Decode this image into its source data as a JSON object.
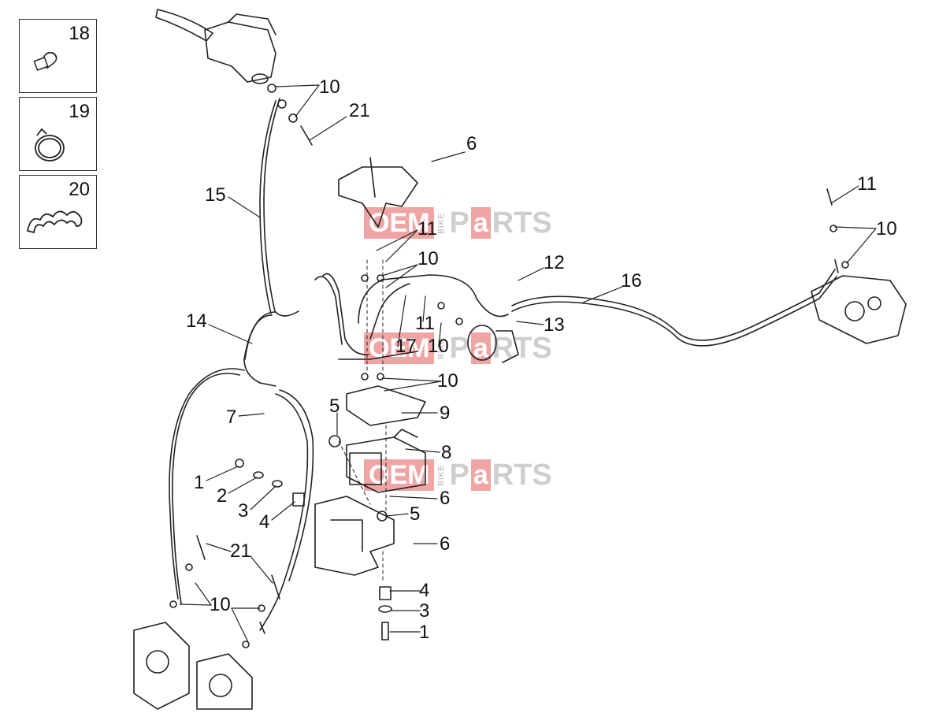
{
  "inset_boxes": [
    {
      "number": "18",
      "icon": "hose-clip-icon"
    },
    {
      "number": "19",
      "icon": "spring-band-clamp-icon"
    },
    {
      "number": "20",
      "icon": "wave-clip-icon"
    }
  ],
  "watermark": {
    "oem": "OEM",
    "bike": "BIKE",
    "p": "P",
    "a": "a",
    "rts": "RTS"
  },
  "callouts": [
    {
      "id": "c10a",
      "text": "10"
    },
    {
      "id": "c21a",
      "text": "21"
    },
    {
      "id": "c6a",
      "text": "6"
    },
    {
      "id": "c15",
      "text": "15"
    },
    {
      "id": "c11a",
      "text": "11"
    },
    {
      "id": "c10b",
      "text": "10"
    },
    {
      "id": "c12",
      "text": "12"
    },
    {
      "id": "c16",
      "text": "16"
    },
    {
      "id": "c11b",
      "text": "11"
    },
    {
      "id": "c10c",
      "text": "10"
    },
    {
      "id": "c14",
      "text": "14"
    },
    {
      "id": "c11c",
      "text": "11"
    },
    {
      "id": "c17",
      "text": "17"
    },
    {
      "id": "c10d",
      "text": "10"
    },
    {
      "id": "c13",
      "text": "13"
    },
    {
      "id": "c10e",
      "text": "10"
    },
    {
      "id": "c5a",
      "text": "5"
    },
    {
      "id": "c9",
      "text": "9"
    },
    {
      "id": "c7",
      "text": "7"
    },
    {
      "id": "c8",
      "text": "8"
    },
    {
      "id": "c1a",
      "text": "1"
    },
    {
      "id": "c2",
      "text": "2"
    },
    {
      "id": "c6b",
      "text": "6"
    },
    {
      "id": "c3a",
      "text": "3"
    },
    {
      "id": "c5b",
      "text": "5"
    },
    {
      "id": "c4a",
      "text": "4"
    },
    {
      "id": "c6c",
      "text": "6"
    },
    {
      "id": "c21b",
      "text": "21"
    },
    {
      "id": "c4b",
      "text": "4"
    },
    {
      "id": "c10f",
      "text": "10"
    },
    {
      "id": "c3b",
      "text": "3"
    },
    {
      "id": "c1b",
      "text": "1"
    }
  ]
}
